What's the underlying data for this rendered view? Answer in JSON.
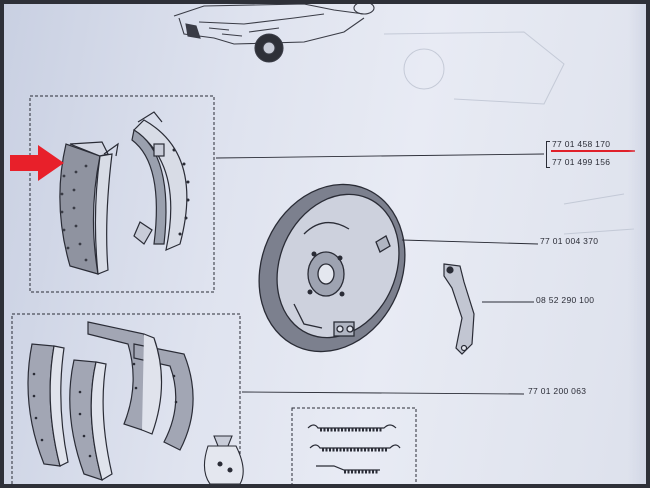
{
  "parts": [
    {
      "part_number": "77 01 458 170",
      "highlighted": true
    },
    {
      "part_number": "77 01 499 156"
    },
    {
      "part_number": "77 01 004 370"
    },
    {
      "part_number": "08 52 290 100"
    },
    {
      "part_number": "77 01 200 063"
    }
  ],
  "colors": {
    "highlight_arrow": "#e8202a",
    "underline": "#e0202a",
    "ink": "#2a2c36",
    "paper": "#dfe3ef"
  },
  "icons": {
    "arrow": "red-arrow-icon"
  }
}
